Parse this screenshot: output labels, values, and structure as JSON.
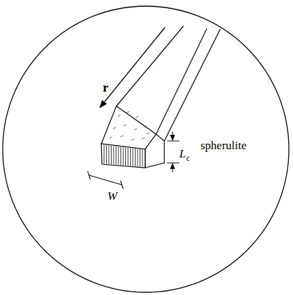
{
  "diagram": {
    "nodes": [
      {
        "text": [
          "spherulite"
        ]
      }
    ],
    "labels": [
      "r",
      "W",
      "L",
      "c"
    ]
  }
}
